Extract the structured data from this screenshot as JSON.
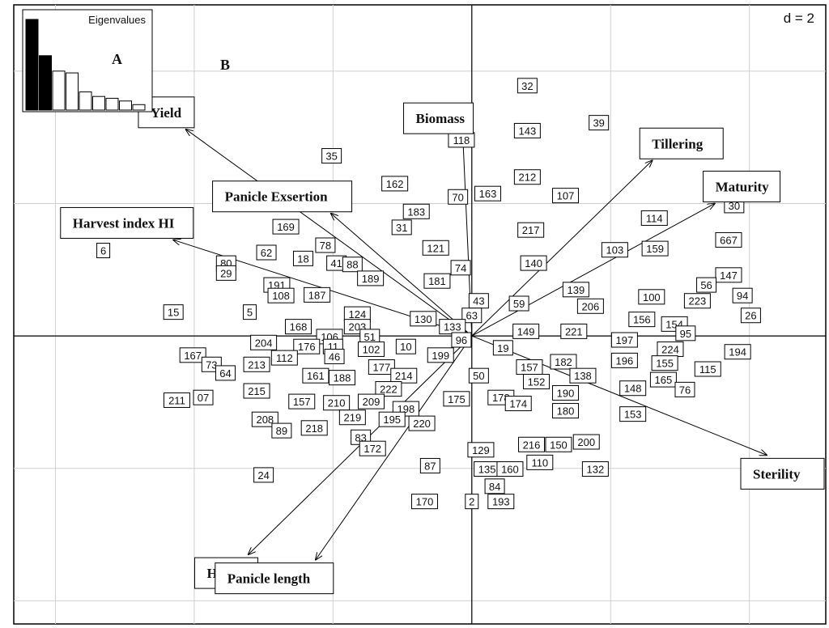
{
  "chart_data": {
    "type": "scatter",
    "title": "",
    "xlabel": "",
    "ylabel": "",
    "grid_scale_label": "d = 2",
    "panel_labels": [
      "A",
      "B"
    ],
    "xlim": [
      -6.6,
      5.1
    ],
    "ylim": [
      -4.35,
      5.0
    ],
    "eigenvalues": {
      "title": "Eigenvalues",
      "values": [
        10,
        6.0,
        4.3,
        4.1,
        2.0,
        1.5,
        1.3,
        1.0,
        0.6
      ]
    },
    "variables": [
      {
        "name": "Yield",
        "x": -4.12,
        "y": 3.12
      },
      {
        "name": "Biomass",
        "x": -0.13,
        "y": 3.03
      },
      {
        "name": "Tillering",
        "x": 2.6,
        "y": 2.65
      },
      {
        "name": "Maturity",
        "x": 3.5,
        "y": 2.0
      },
      {
        "name": "Panicle Exsertion",
        "x": -2.03,
        "y": 1.85
      },
      {
        "name": "Harvest index HI",
        "x": -4.3,
        "y": 1.45
      },
      {
        "name": "Sterility",
        "x": 4.25,
        "y": -1.8
      },
      {
        "name": "Height",
        "x": -3.22,
        "y": -3.3
      },
      {
        "name": "Panicle length",
        "x": -2.25,
        "y": -3.38
      }
    ],
    "individuals": [
      {
        "id": "32",
        "x": 0.8,
        "y": 3.78
      },
      {
        "id": "143",
        "x": 0.8,
        "y": 3.1
      },
      {
        "id": "39",
        "x": 1.83,
        "y": 3.22
      },
      {
        "id": "118",
        "x": -0.15,
        "y": 2.96
      },
      {
        "id": "35",
        "x": -2.02,
        "y": 2.72
      },
      {
        "id": "162",
        "x": -1.11,
        "y": 2.3
      },
      {
        "id": "212",
        "x": 0.8,
        "y": 2.4
      },
      {
        "id": "107",
        "x": 1.35,
        "y": 2.12
      },
      {
        "id": "70",
        "x": -0.2,
        "y": 2.1
      },
      {
        "id": "163",
        "x": 0.23,
        "y": 2.15
      },
      {
        "id": "183",
        "x": -0.8,
        "y": 1.88
      },
      {
        "id": "114",
        "x": 2.63,
        "y": 1.78
      },
      {
        "id": "30",
        "x": 3.78,
        "y": 1.97
      },
      {
        "id": "169",
        "x": -2.68,
        "y": 1.65
      },
      {
        "id": "31",
        "x": -1.01,
        "y": 1.64
      },
      {
        "id": "217",
        "x": 0.85,
        "y": 1.6
      },
      {
        "id": "667",
        "x": 3.7,
        "y": 1.45
      },
      {
        "id": "6",
        "x": -5.31,
        "y": 1.29
      },
      {
        "id": "121",
        "x": -0.52,
        "y": 1.33
      },
      {
        "id": "103",
        "x": 2.06,
        "y": 1.3
      },
      {
        "id": "159",
        "x": 2.64,
        "y": 1.32
      },
      {
        "id": "78",
        "x": -2.11,
        "y": 1.37
      },
      {
        "id": "62",
        "x": -2.96,
        "y": 1.26
      },
      {
        "id": "18",
        "x": -2.43,
        "y": 1.17
      },
      {
        "id": "140",
        "x": 0.89,
        "y": 1.1
      },
      {
        "id": "80",
        "x": -3.54,
        "y": 1.1
      },
      {
        "id": "29",
        "x": -3.54,
        "y": 0.95
      },
      {
        "id": "41",
        "x": -1.95,
        "y": 1.1
      },
      {
        "id": "88",
        "x": -1.72,
        "y": 1.08
      },
      {
        "id": "74",
        "x": -0.16,
        "y": 1.03
      },
      {
        "id": "189",
        "x": -1.46,
        "y": 0.87
      },
      {
        "id": "181",
        "x": -0.5,
        "y": 0.83
      },
      {
        "id": "139",
        "x": 1.5,
        "y": 0.7
      },
      {
        "id": "147",
        "x": 3.7,
        "y": 0.92
      },
      {
        "id": "56",
        "x": 3.38,
        "y": 0.77
      },
      {
        "id": "191",
        "x": -2.81,
        "y": 0.77
      },
      {
        "id": "108",
        "x": -2.75,
        "y": 0.61
      },
      {
        "id": "187",
        "x": -2.23,
        "y": 0.62
      },
      {
        "id": "94",
        "x": 3.9,
        "y": 0.61
      },
      {
        "id": "223",
        "x": 3.25,
        "y": 0.53
      },
      {
        "id": "100",
        "x": 2.59,
        "y": 0.59
      },
      {
        "id": "43",
        "x": 0.1,
        "y": 0.53
      },
      {
        "id": "59",
        "x": 0.68,
        "y": 0.49
      },
      {
        "id": "206",
        "x": 1.71,
        "y": 0.45
      },
      {
        "id": "15",
        "x": -4.3,
        "y": 0.36
      },
      {
        "id": "5",
        "x": -3.2,
        "y": 0.36
      },
      {
        "id": "124",
        "x": -1.65,
        "y": 0.33
      },
      {
        "id": "63",
        "x": 0.0,
        "y": 0.31
      },
      {
        "id": "26",
        "x": 4.02,
        "y": 0.31
      },
      {
        "id": "156",
        "x": 2.45,
        "y": 0.25
      },
      {
        "id": "154",
        "x": 2.92,
        "y": 0.18
      },
      {
        "id": "130",
        "x": -0.7,
        "y": 0.26
      },
      {
        "id": "168",
        "x": -2.5,
        "y": 0.14
      },
      {
        "id": "203",
        "x": -1.65,
        "y": 0.14
      },
      {
        "id": "133",
        "x": -0.28,
        "y": 0.14
      },
      {
        "id": "149",
        "x": 0.78,
        "y": 0.07
      },
      {
        "id": "221",
        "x": 1.47,
        "y": 0.07
      },
      {
        "id": "95",
        "x": 3.08,
        "y": 0.04
      },
      {
        "id": "51",
        "x": -1.47,
        "y": -0.01
      },
      {
        "id": "106",
        "x": -2.05,
        "y": -0.01
      },
      {
        "id": "197",
        "x": 2.2,
        "y": -0.06
      },
      {
        "id": "96",
        "x": -0.15,
        "y": -0.06
      },
      {
        "id": "204",
        "x": -3.0,
        "y": -0.1
      },
      {
        "id": "176",
        "x": -2.38,
        "y": -0.16
      },
      {
        "id": "11",
        "x": -2.0,
        "y": -0.16
      },
      {
        "id": "10",
        "x": -0.95,
        "y": -0.16
      },
      {
        "id": "102",
        "x": -1.45,
        "y": -0.2
      },
      {
        "id": "224",
        "x": 2.86,
        "y": -0.2
      },
      {
        "id": "19",
        "x": 0.45,
        "y": -0.18
      },
      {
        "id": "194",
        "x": 3.83,
        "y": -0.24
      },
      {
        "id": "167",
        "x": -4.02,
        "y": -0.29
      },
      {
        "id": "112",
        "x": -2.7,
        "y": -0.33
      },
      {
        "id": "46",
        "x": -1.98,
        "y": -0.31
      },
      {
        "id": "199",
        "x": -0.45,
        "y": -0.29
      },
      {
        "id": "196",
        "x": 2.2,
        "y": -0.37
      },
      {
        "id": "182",
        "x": 1.32,
        "y": -0.39
      },
      {
        "id": "155",
        "x": 2.78,
        "y": -0.41
      },
      {
        "id": "73",
        "x": -3.75,
        "y": -0.43
      },
      {
        "id": "213",
        "x": -3.1,
        "y": -0.43
      },
      {
        "id": "177",
        "x": -1.3,
        "y": -0.47
      },
      {
        "id": "157",
        "x": 0.83,
        "y": -0.47
      },
      {
        "id": "115",
        "x": 3.4,
        "y": -0.5
      },
      {
        "id": "64",
        "x": -3.55,
        "y": -0.56
      },
      {
        "id": "161",
        "x": -2.25,
        "y": -0.6
      },
      {
        "id": "188",
        "x": -1.87,
        "y": -0.63
      },
      {
        "id": "214",
        "x": -0.98,
        "y": -0.6
      },
      {
        "id": "138",
        "x": 1.6,
        "y": -0.6
      },
      {
        "id": "165",
        "x": 2.76,
        "y": -0.66
      },
      {
        "id": "152",
        "x": 0.93,
        "y": -0.69
      },
      {
        "id": "50",
        "x": 0.1,
        "y": -0.6
      },
      {
        "id": "148",
        "x": 2.32,
        "y": -0.79
      },
      {
        "id": "76",
        "x": 3.07,
        "y": -0.81
      },
      {
        "id": "222",
        "x": -1.2,
        "y": -0.8
      },
      {
        "id": "190",
        "x": 1.35,
        "y": -0.86
      },
      {
        "id": "215",
        "x": -3.1,
        "y": -0.83
      },
      {
        "id": "175",
        "x": -0.22,
        "y": -0.95
      },
      {
        "id": "211",
        "x": -4.25,
        "y": -0.97
      },
      {
        "id": "07",
        "x": -3.87,
        "y": -0.93
      },
      {
        "id": "178",
        "x": 0.42,
        "y": -0.93
      },
      {
        "id": "157b",
        "x": -2.45,
        "y": -0.99
      },
      {
        "id": "210",
        "x": -1.95,
        "y": -1.01
      },
      {
        "id": "209",
        "x": -1.45,
        "y": -0.99
      },
      {
        "id": "174",
        "x": 0.67,
        "y": -1.02
      },
      {
        "id": "198",
        "x": -0.95,
        "y": -1.1
      },
      {
        "id": "180",
        "x": 1.35,
        "y": -1.13
      },
      {
        "id": "153",
        "x": 2.32,
        "y": -1.18
      },
      {
        "id": "208",
        "x": -2.98,
        "y": -1.26
      },
      {
        "id": "219",
        "x": -1.72,
        "y": -1.23
      },
      {
        "id": "195",
        "x": -1.15,
        "y": -1.26
      },
      {
        "id": "220",
        "x": -0.72,
        "y": -1.32
      },
      {
        "id": "89",
        "x": -2.74,
        "y": -1.43
      },
      {
        "id": "218",
        "x": -2.27,
        "y": -1.39
      },
      {
        "id": "83",
        "x": -1.6,
        "y": -1.53
      },
      {
        "id": "216",
        "x": 0.86,
        "y": -1.64
      },
      {
        "id": "150",
        "x": 1.25,
        "y": -1.64
      },
      {
        "id": "200",
        "x": 1.65,
        "y": -1.6
      },
      {
        "id": "172",
        "x": -1.43,
        "y": -1.7
      },
      {
        "id": "129",
        "x": 0.13,
        "y": -1.72
      },
      {
        "id": "110",
        "x": 0.98,
        "y": -1.91
      },
      {
        "id": "87",
        "x": -0.6,
        "y": -1.96
      },
      {
        "id": "135",
        "x": 0.22,
        "y": -2.01
      },
      {
        "id": "160",
        "x": 0.55,
        "y": -2.01
      },
      {
        "id": "132",
        "x": 1.78,
        "y": -2.01
      },
      {
        "id": "24",
        "x": -3.0,
        "y": -2.1
      },
      {
        "id": "84",
        "x": 0.33,
        "y": -2.27
      },
      {
        "id": "170",
        "x": -0.68,
        "y": -2.5
      },
      {
        "id": "2",
        "x": 0.0,
        "y": -2.5
      },
      {
        "id": "193",
        "x": 0.42,
        "y": -2.5
      }
    ]
  }
}
